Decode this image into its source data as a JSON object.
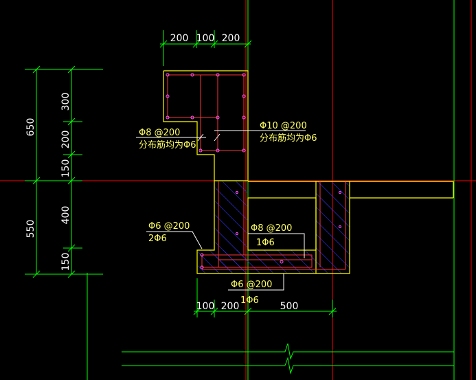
{
  "colors": {
    "background": "#000000",
    "outline": "#ffff00",
    "rebar": "#ff3333",
    "axis": "#ff0000",
    "dimension": "#00ff00",
    "hatch": "#3333ff",
    "text": "#ffffff",
    "annotation_text": "#ffff66"
  },
  "top_dims": [
    "200",
    "100",
    "200"
  ],
  "left_dims_inner": [
    "300",
    "200",
    "150",
    "400",
    "150"
  ],
  "left_dims_outer": [
    "650",
    "550"
  ],
  "bottom_dims": [
    "100",
    "200",
    "500"
  ],
  "labels": {
    "left_upper_bar": "Φ8 @200",
    "left_upper_dist": "分布筋均为Φ6",
    "right_upper_bar": "Φ10 @200",
    "right_upper_dist": "分布筋均为Φ6",
    "left_lower_bar": "Φ6 @200",
    "left_lower_dist": "2Φ6",
    "mid_bar": "Φ8 @200",
    "mid_dist": "1Φ6",
    "bottom_bar": "Φ6 @200",
    "bottom_dist": "1Φ6"
  }
}
